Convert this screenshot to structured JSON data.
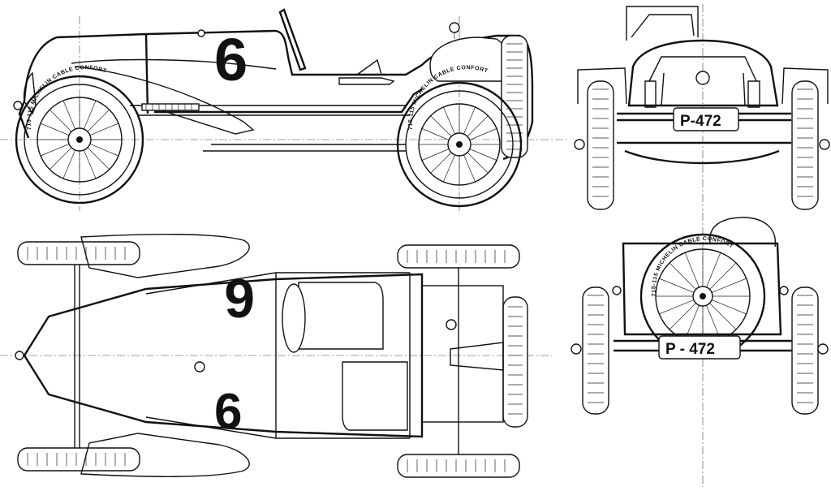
{
  "side_view": {
    "race_number": "6",
    "tyre_marking": "715-115 MICHELIN CABLE CONFORT"
  },
  "top_view": {
    "race_number_left": "6",
    "race_number_right": "6"
  },
  "front_view": {
    "plate": "P-472"
  },
  "rear_view": {
    "plate": "P - 472",
    "tyre_marking": "715-115 MICHELIN CABLE CONFORT"
  }
}
